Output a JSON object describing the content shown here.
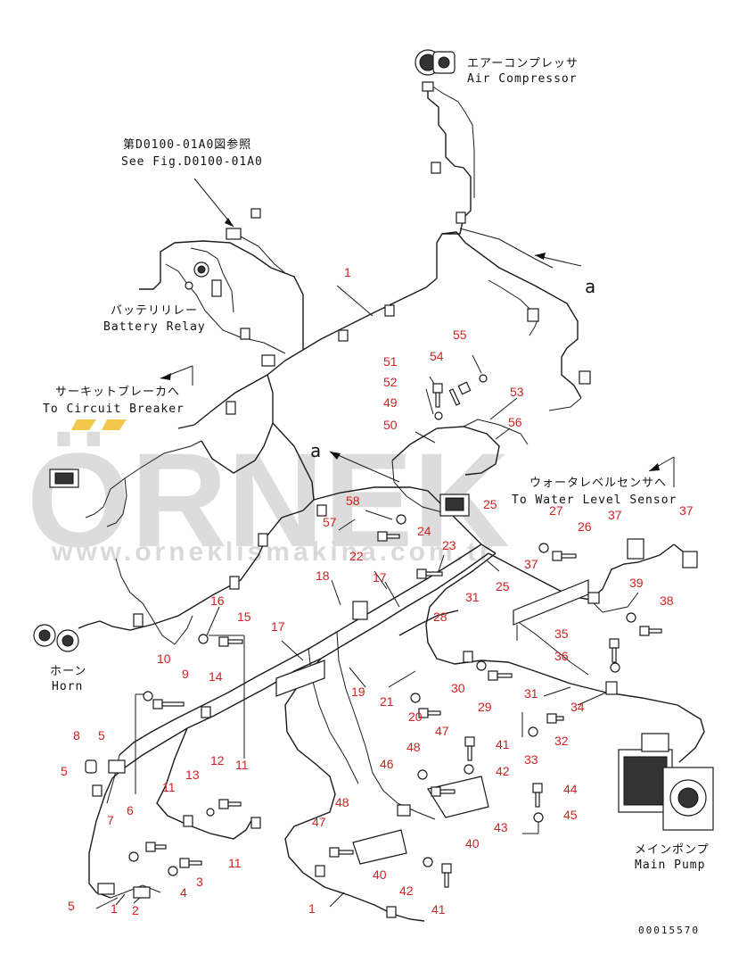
{
  "watermark": {
    "word": "ÖRNEK",
    "url": "www.orneklismakina.com.tr",
    "accent_color": "#f2c74a"
  },
  "labels": {
    "air_compressor_jp": "エアーコンプレッサ",
    "air_compressor_en": "Air Compressor",
    "see_fig_jp": "第D0100-01A0図参照",
    "see_fig_en": "See Fig.D0100-01A0",
    "battery_relay_jp": "バッテリリレー",
    "battery_relay_en": "Battery Relay",
    "circuit_breaker_jp": "サーキットブレーカへ",
    "circuit_breaker_en": "To Circuit Breaker",
    "water_level_jp": "ウォータレベルセンサへ",
    "water_level_en": "To Water Level Sensor",
    "horn_jp": "ホーン",
    "horn_en": "Horn",
    "main_pump_jp": "メインポンプ",
    "main_pump_en": "Main Pump",
    "ref_a1": "a",
    "ref_a2": "a",
    "drawing_no": "00015570"
  },
  "callouts": [
    {
      "id": "c1a",
      "t": "1"
    },
    {
      "id": "c55",
      "t": "55"
    },
    {
      "id": "c54",
      "t": "54"
    },
    {
      "id": "c51",
      "t": "51"
    },
    {
      "id": "c52",
      "t": "52"
    },
    {
      "id": "c53",
      "t": "53"
    },
    {
      "id": "c49",
      "t": "49"
    },
    {
      "id": "c50",
      "t": "50"
    },
    {
      "id": "c56",
      "t": "56"
    },
    {
      "id": "c25a",
      "t": "25"
    },
    {
      "id": "c58",
      "t": "58"
    },
    {
      "id": "c57",
      "t": "57"
    },
    {
      "id": "c27",
      "t": "27"
    },
    {
      "id": "c37a",
      "t": "37"
    },
    {
      "id": "c37b",
      "t": "37"
    },
    {
      "id": "c24",
      "t": "24"
    },
    {
      "id": "c26",
      "t": "26"
    },
    {
      "id": "c23",
      "t": "23"
    },
    {
      "id": "c22",
      "t": "22"
    },
    {
      "id": "c37c",
      "t": "37"
    },
    {
      "id": "c39",
      "t": "39"
    },
    {
      "id": "c18",
      "t": "18"
    },
    {
      "id": "c17a",
      "t": "17"
    },
    {
      "id": "c25b",
      "t": "25"
    },
    {
      "id": "c31a",
      "t": "31"
    },
    {
      "id": "c38",
      "t": "38"
    },
    {
      "id": "c16",
      "t": "16"
    },
    {
      "id": "c15",
      "t": "15"
    },
    {
      "id": "c28",
      "t": "28"
    },
    {
      "id": "c35",
      "t": "35"
    },
    {
      "id": "c17b",
      "t": "17"
    },
    {
      "id": "c36",
      "t": "36"
    },
    {
      "id": "c10",
      "t": "10"
    },
    {
      "id": "c9",
      "t": "9"
    },
    {
      "id": "c14",
      "t": "14"
    },
    {
      "id": "c19",
      "t": "19"
    },
    {
      "id": "c21",
      "t": "21"
    },
    {
      "id": "c30",
      "t": "30"
    },
    {
      "id": "c29",
      "t": "29"
    },
    {
      "id": "c31b",
      "t": "31"
    },
    {
      "id": "c34",
      "t": "34"
    },
    {
      "id": "c20",
      "t": "20"
    },
    {
      "id": "c8",
      "t": "8"
    },
    {
      "id": "c5a",
      "t": "5"
    },
    {
      "id": "c47a",
      "t": "47"
    },
    {
      "id": "c32",
      "t": "32"
    },
    {
      "id": "c11a",
      "t": "11"
    },
    {
      "id": "c48a",
      "t": "48"
    },
    {
      "id": "c41a",
      "t": "41"
    },
    {
      "id": "c33",
      "t": "33"
    },
    {
      "id": "c12",
      "t": "12"
    },
    {
      "id": "c5b",
      "t": "5"
    },
    {
      "id": "c46",
      "t": "46"
    },
    {
      "id": "c42a",
      "t": "42"
    },
    {
      "id": "c13",
      "t": "13"
    },
    {
      "id": "c11b",
      "t": "11"
    },
    {
      "id": "c44",
      "t": "44"
    },
    {
      "id": "c48b",
      "t": "48"
    },
    {
      "id": "c45",
      "t": "45"
    },
    {
      "id": "c7",
      "t": "7"
    },
    {
      "id": "c6",
      "t": "6"
    },
    {
      "id": "c47b",
      "t": "47"
    },
    {
      "id": "c43",
      "t": "43"
    },
    {
      "id": "c40a",
      "t": "40"
    },
    {
      "id": "c11c",
      "t": "11"
    },
    {
      "id": "c40b",
      "t": "40"
    },
    {
      "id": "c3",
      "t": "3"
    },
    {
      "id": "c4",
      "t": "4"
    },
    {
      "id": "c42b",
      "t": "42"
    },
    {
      "id": "c5c",
      "t": "5"
    },
    {
      "id": "c1b",
      "t": "1"
    },
    {
      "id": "c2",
      "t": "2"
    },
    {
      "id": "c1c",
      "t": "1"
    },
    {
      "id": "c41b",
      "t": "41"
    }
  ]
}
